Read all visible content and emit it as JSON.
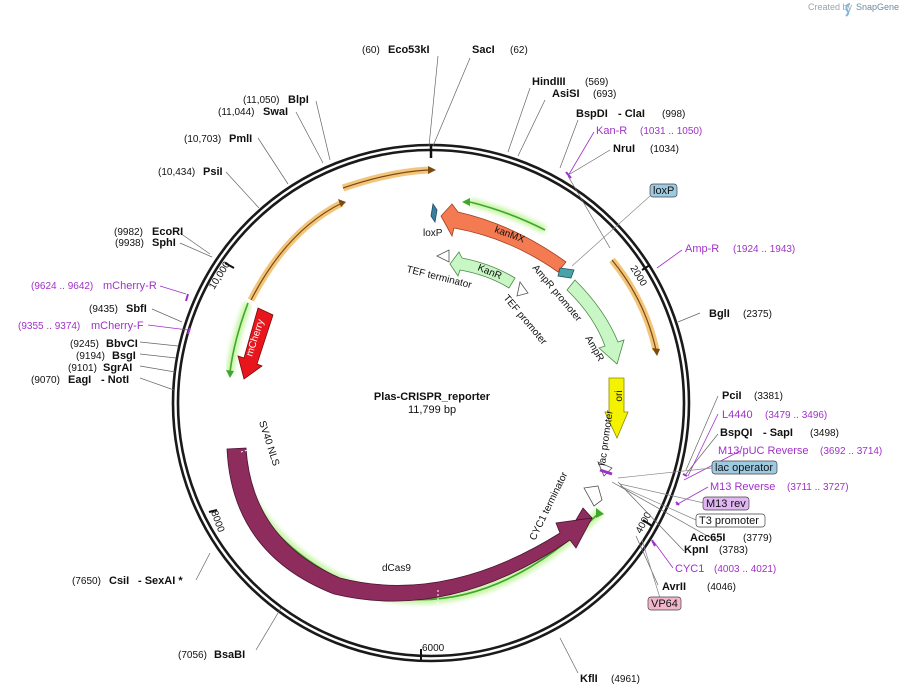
{
  "credit": {
    "created_by": "Created by",
    "brand": "SnapGene"
  },
  "plasmid": {
    "name": "Plas-CRISPR_reporter",
    "size": "11,799 bp"
  },
  "ticks": [
    "2000",
    "4000",
    "6000",
    "8000",
    "10,000"
  ],
  "sites": [
    {
      "pos": "(60)",
      "name": "Eco53kI"
    },
    {
      "pos": "(62)",
      "name": "SacI"
    },
    {
      "pos": "(569)",
      "name": "HindIII"
    },
    {
      "pos": "(693)",
      "name": "AsiSI"
    },
    {
      "pos": "(998)",
      "name": "BspDI",
      "alt": "- ClaI"
    },
    {
      "pos": "(1034)",
      "name": "NruI"
    },
    {
      "pos": "(2375)",
      "name": "BglI"
    },
    {
      "pos": "(3381)",
      "name": "PciI"
    },
    {
      "pos": "(3498)",
      "name": "BspQI",
      "alt": "- SapI"
    },
    {
      "pos": "(3779)",
      "name": "Acc65I"
    },
    {
      "pos": "(3783)",
      "name": "KpnI"
    },
    {
      "pos": "(4046)",
      "name": "AvrII"
    },
    {
      "pos": "(4961)",
      "name": "KflI"
    },
    {
      "pos": "(7056)",
      "name": "BsaBI"
    },
    {
      "pos": "(7650)",
      "name": "CsiI",
      "alt": "- SexAI *"
    },
    {
      "pos": "(9070)",
      "name": "EagI",
      "alt": "- NotI"
    },
    {
      "pos": "(9101)",
      "name": "SgrAI"
    },
    {
      "pos": "(9194)",
      "name": "BsgI"
    },
    {
      "pos": "(9245)",
      "name": "BbvCI"
    },
    {
      "pos": "(9435)",
      "name": "SbfI"
    },
    {
      "pos": "(9938)",
      "name": "SphI"
    },
    {
      "pos": "(9982)",
      "name": "EcoRI"
    },
    {
      "pos": "(10,434)",
      "name": "PsiI"
    },
    {
      "pos": "(10,703)",
      "name": "PmlI"
    },
    {
      "pos": "(11,044)",
      "name": "SwaI"
    },
    {
      "pos": "(11,050)",
      "name": "BlpI"
    }
  ],
  "primers": [
    {
      "name": "Kan-R",
      "range": "(1031 .. 1050)"
    },
    {
      "name": "Amp-R",
      "range": "(1924 .. 1943)"
    },
    {
      "name": "L4440",
      "range": "(3479 .. 3496)"
    },
    {
      "name": "M13/pUC Reverse",
      "range": "(3692 .. 3714)"
    },
    {
      "name": "M13 Reverse",
      "range": "(3711 .. 3727)"
    },
    {
      "name": "CYC1",
      "range": "(4003 .. 4021)"
    },
    {
      "name": "mCherry-R",
      "range": "(9624 .. 9642)"
    },
    {
      "name": "mCherry-F",
      "range": "(9355 .. 9374)"
    }
  ],
  "boxed": [
    "loxP",
    "lac operator",
    "M13 rev",
    "T3 promoter",
    "VP64"
  ],
  "features": [
    "kanMX",
    "KanR",
    "loxP",
    "TEF terminator",
    "TEF promoter",
    "AmpR promoter",
    "AmpR",
    "ori",
    "lac promoter",
    "CYC1 terminator",
    "dCas9",
    "SV40 NLS",
    "mCherry"
  ],
  "colors": {
    "backbone": "#1a1a1a",
    "kanmx": "#f47a52",
    "kanr": "#c8f7c5",
    "ampr": "#c8f7c5",
    "ori": "#f5f200",
    "dcas9": "#8e2c5e",
    "mcherry": "#e8161c",
    "orange_arc": "#f0b75a",
    "green_arc": "#3fa82a",
    "primer": "#a031c8",
    "loxp_box": "#9ecae1",
    "vp64_box": "#f2b6cc"
  }
}
